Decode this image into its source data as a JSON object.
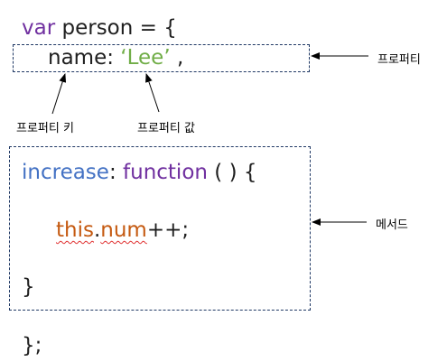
{
  "code": {
    "line1_kw": "var",
    "line1_rest": " person = {",
    "line2_key": "name",
    "line2_colon": ": ",
    "line2_value": "‘Lee’",
    "line2_comma": " ,",
    "line3_key": "increase",
    "line3_colon": ": ",
    "line3_kw": "function",
    "line3_rest": " ( ) {",
    "line4_this": "this",
    "line4_dot": ".",
    "line4_num": "num",
    "line4_rest": "++;",
    "line5": "}",
    "line6": "};"
  },
  "labels": {
    "property": "프로퍼티",
    "property_key": "프로퍼티 키",
    "property_value": "프로퍼티 값",
    "method": "메서드"
  },
  "colors": {
    "keyword": "#7030a0",
    "string": "#70ad47",
    "method_name": "#4472c4",
    "this_ref": "#c55a11",
    "box_border": "#1f3864"
  }
}
